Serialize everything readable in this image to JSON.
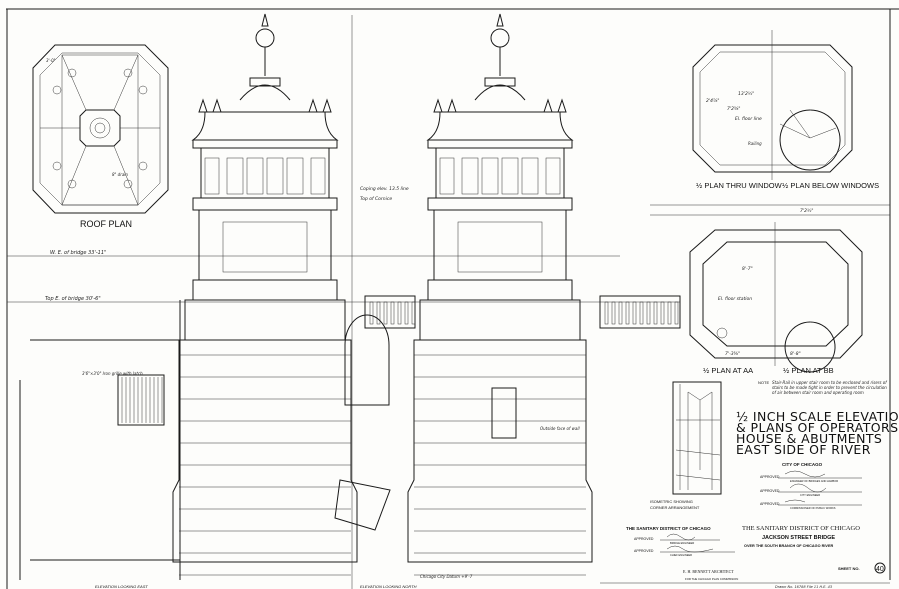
{
  "roof_plan": {
    "label": "ROOF PLAN",
    "dims": [
      "3'-0\"",
      "8\" drain"
    ]
  },
  "upper_plans": {
    "left_label": "½ PLAN THRU WINDOW",
    "right_label": "½ PLAN BELOW WINDOWS",
    "dims": [
      "13'2½\"",
      "2'4⅞\"",
      "7'2⅝\"",
      "El. floor line",
      "Railing"
    ]
  },
  "lower_plans": {
    "left_label": "½ PLAN AT AA",
    "right_label": "½ PLAN AT BB",
    "dims": [
      "7'2½\"",
      "8'-7\"",
      "7'-3⅝\"",
      "8'-8\"",
      "El. floor station"
    ]
  },
  "note": {
    "label": "NOTE",
    "text": "Stair-Rail in upper stair room to be enclosed and risers of stairs to be made tight in order to prevent the circulation of air between stair room and operating room"
  },
  "isometric_caption": [
    "ISOMETRIC SHOWING",
    "CORNER ARRANGEMENT"
  ],
  "title": [
    "½ INCH SCALE ELEVATIONS",
    "& PLANS OF OPERATORS",
    "HOUSE & ABUTMENTS",
    "EAST SIDE OF RIVER"
  ],
  "city_block": {
    "heading": "CITY OF CHICAGO",
    "rows": [
      {
        "label": "APPROVED",
        "role": "ENGINEER OF BRIDGES AND HARBOR"
      },
      {
        "label": "APPROVED",
        "role": "CITY ENGINEER"
      },
      {
        "label": "APPROVED",
        "role": "COMMISSIONER OF PUBLIC WORKS"
      }
    ]
  },
  "sanitary_block": {
    "heading": "THE SANITARY DISTRICT OF CHICAGO",
    "rows": [
      {
        "label": "APPROVED",
        "role": "BRIDGE ENGINEER"
      },
      {
        "label": "APPROVED",
        "role": "CHIEF ENGINEER"
      }
    ]
  },
  "project": {
    "line1": "THE SANITARY DISTRICT OF CHICAGO",
    "line2": "JACKSON STREET BRIDGE",
    "line3": "OVER THE SOUTH BRANCH OF CHICAGO RIVER"
  },
  "sheet": {
    "label": "SHEET NO.",
    "number": "40"
  },
  "architect": {
    "name": "E. H. BENNETT  ARCHITECT",
    "for": "FOR THE CHICAGO PLAN COMMISSION"
  },
  "drawing_ref": "Drawn No. 16788   File 11 H.E. 43",
  "elevations": {
    "east_caption": "ELEVATION LOOKING EAST",
    "north_caption": "ELEVATION LOOKING NORTH"
  },
  "annotations": {
    "bridge_level_1": "W. E. of bridge  33'-11\"",
    "bridge_level_2": "Top E. of bridge  30'-6\"",
    "coping": "Coping elev. 13.5 line",
    "cornice": "Top of Cornice",
    "window_box": "Outside face of wall",
    "grille": "3'6\"×3'0\" Iron grille with latch",
    "datum": "Chicago City Datum +9'-7"
  }
}
